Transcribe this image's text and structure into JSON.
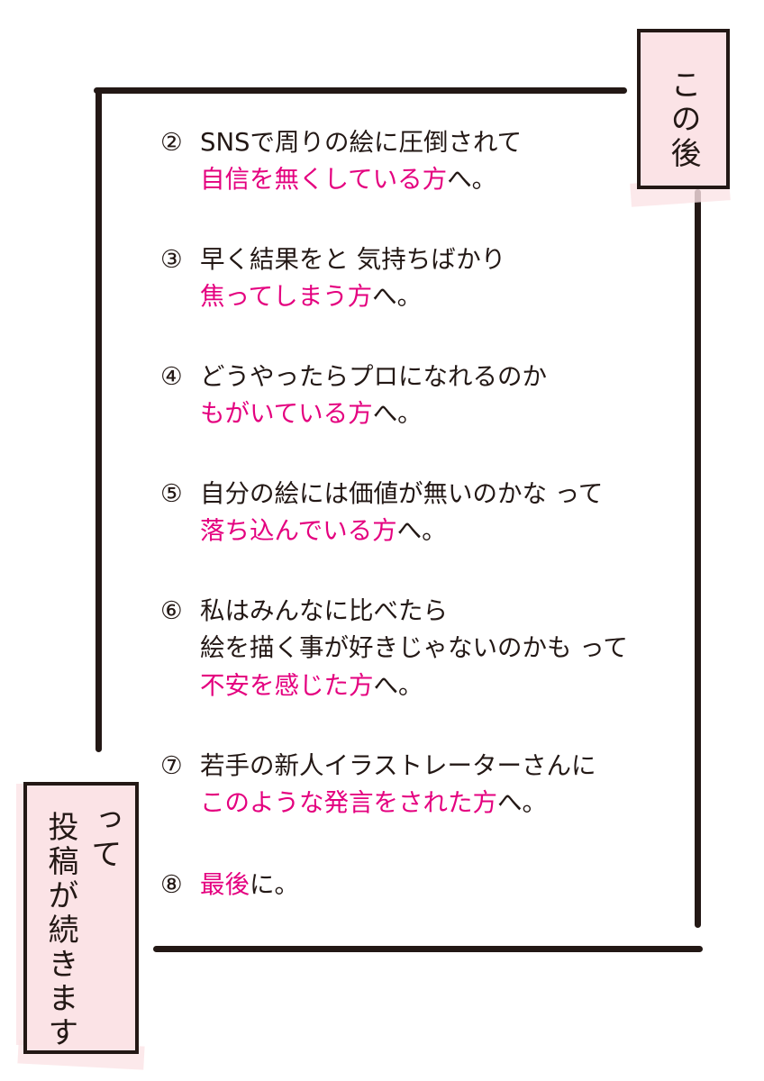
{
  "tag_top": {
    "text": "この後"
  },
  "tag_bottom": {
    "line1": "って",
    "line2": "投稿が続きます"
  },
  "items": [
    {
      "num": "②",
      "line1": "SNSで周りの絵に圧倒されて",
      "highlight": "自信を無くしている方",
      "tail": "へ。"
    },
    {
      "num": "③",
      "line1": "早く結果をと 気持ちばかり",
      "highlight": "焦ってしまう方",
      "tail": "へ。"
    },
    {
      "num": "④",
      "line1": "どうやったらプロになれるのか",
      "highlight": "もがいている方",
      "tail": "へ。"
    },
    {
      "num": "⑤",
      "line1": "自分の絵には価値が無いのかな って",
      "highlight": "落ち込んでいる方",
      "tail": "へ。"
    },
    {
      "num": "⑥",
      "line1": "私はみんなに比べたら",
      "line2": "絵を描く事が好きじゃないのかも って",
      "highlight": "不安を感じた方",
      "tail": "へ。"
    },
    {
      "num": "⑦",
      "line1": "若手の新人イラストレーターさんに",
      "highlight": "このような発言をされた方",
      "tail": "へ。"
    },
    {
      "num": "⑧",
      "highlight": "最後",
      "tail": "に。"
    }
  ],
  "colors": {
    "ink": "#231815",
    "accent": "#e4007f",
    "tag_fill": "#fbe3e6"
  }
}
